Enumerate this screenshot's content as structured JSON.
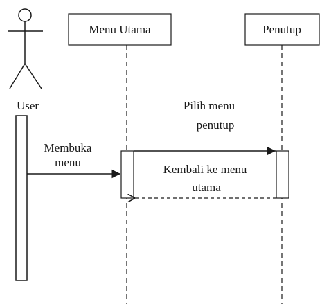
{
  "actor": {
    "label": "User"
  },
  "lifelines": [
    {
      "label": "Menu Utama"
    },
    {
      "label": "Penutup"
    }
  ],
  "messages": [
    {
      "lines": [
        "Membuka",
        "menu"
      ]
    },
    {
      "lines": [
        "Pilih  menu",
        "penutup"
      ]
    },
    {
      "lines": [
        "Kembali ke menu",
        "utama"
      ]
    }
  ]
}
